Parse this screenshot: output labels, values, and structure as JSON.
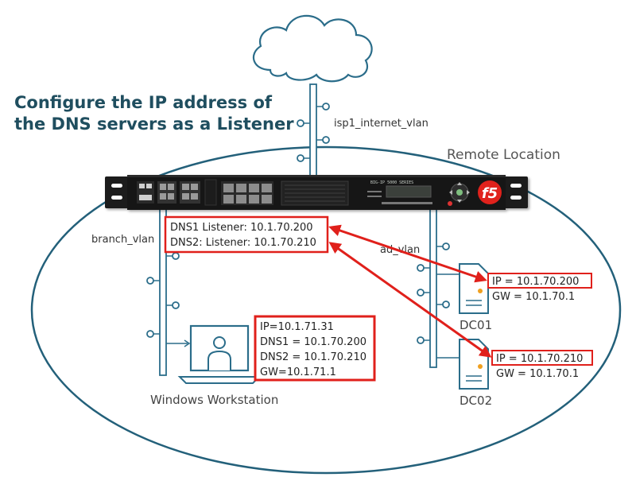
{
  "title": {
    "line1": "Configure the IP address of",
    "line2": "the DNS servers as a Listener"
  },
  "location_label": "Remote Location",
  "vlans": {
    "internet": "isp1_internet_vlan",
    "branch": "branch_vlan",
    "ad": "ad_vlan"
  },
  "listeners": {
    "dns1": "DNS1 Listener: 10.1.70.200",
    "dns2": "DNS2: Listener: 10.1.70.210"
  },
  "workstation": {
    "name": "Windows Workstation",
    "ip": "IP=10.1.71.31",
    "dns1": "DNS1 = 10.1.70.200",
    "dns2": "DNS2 = 10.1.70.210",
    "gw": "GW=10.1.71.1"
  },
  "servers": [
    {
      "name": "DC01",
      "ip": "IP = 10.1.70.200",
      "gw": "GW = 10.1.70.1"
    },
    {
      "name": "DC02",
      "ip": "IP = 10.1.70.210",
      "gw": "GW = 10.1.70.1"
    }
  ],
  "device": {
    "brand": "f5",
    "model": "BIG-IP 5000 SERIES"
  },
  "colors": {
    "accent": "#1f4e5f",
    "highlight": "#e0201b",
    "line": "#2b6d8a"
  },
  "icons": {
    "cloud": "cloud-icon",
    "appliance": "f5-appliance-icon",
    "workstation": "workstation-icon",
    "server": "server-icon"
  }
}
